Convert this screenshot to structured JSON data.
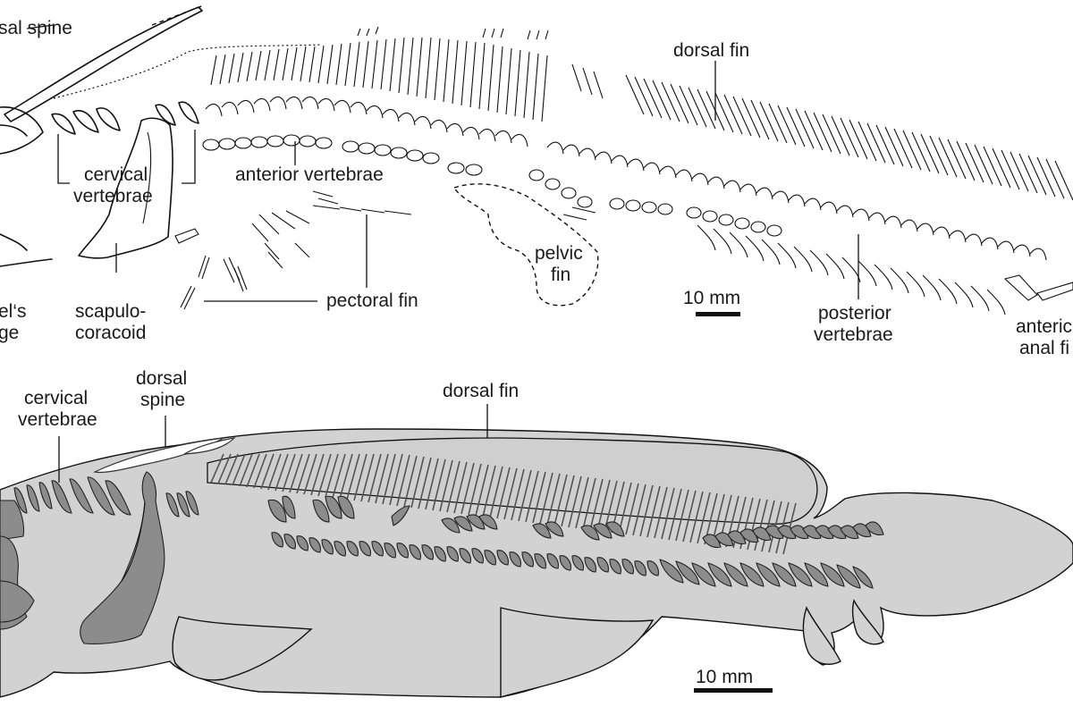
{
  "panel_top": {
    "labels": {
      "dorsal_spine": "sal spine",
      "cervical_vertebrae_1": "cervical",
      "cervical_vertebrae_2": "vertebrae",
      "anterior_vertebrae": "anterior vertebrae",
      "dorsal_fin": "dorsal fin",
      "pelvic_fin_1": "pelvic",
      "pelvic_fin_2": "fin",
      "pectoral_fin": "pectoral fin",
      "scapulocoracoid_1": "scapulo-",
      "scapulocoracoid_2": "coracoid",
      "meckels_cartilage_1": "el‘s",
      "meckels_cartilage_2": "ge",
      "posterior_vertebrae_1": "posterior",
      "posterior_vertebrae_2": "vertebrae",
      "anterior_anal_fin_1": "anteric",
      "anterior_anal_fin_2": "anal fi"
    },
    "scale_bar": "10 mm"
  },
  "panel_bottom": {
    "labels": {
      "cervical_vertebrae_1": "cervical",
      "cervical_vertebrae_2": "vertebrae",
      "dorsal_spine_1": "dorsal",
      "dorsal_spine_2": "spine",
      "dorsal_fin": "dorsal fin"
    },
    "scale_bar": "10 mm"
  },
  "colors": {
    "body_fill": "#d2d2d2",
    "bone_fill": "#8c8c8c",
    "ink": "#111111",
    "background": "#ffffff"
  }
}
